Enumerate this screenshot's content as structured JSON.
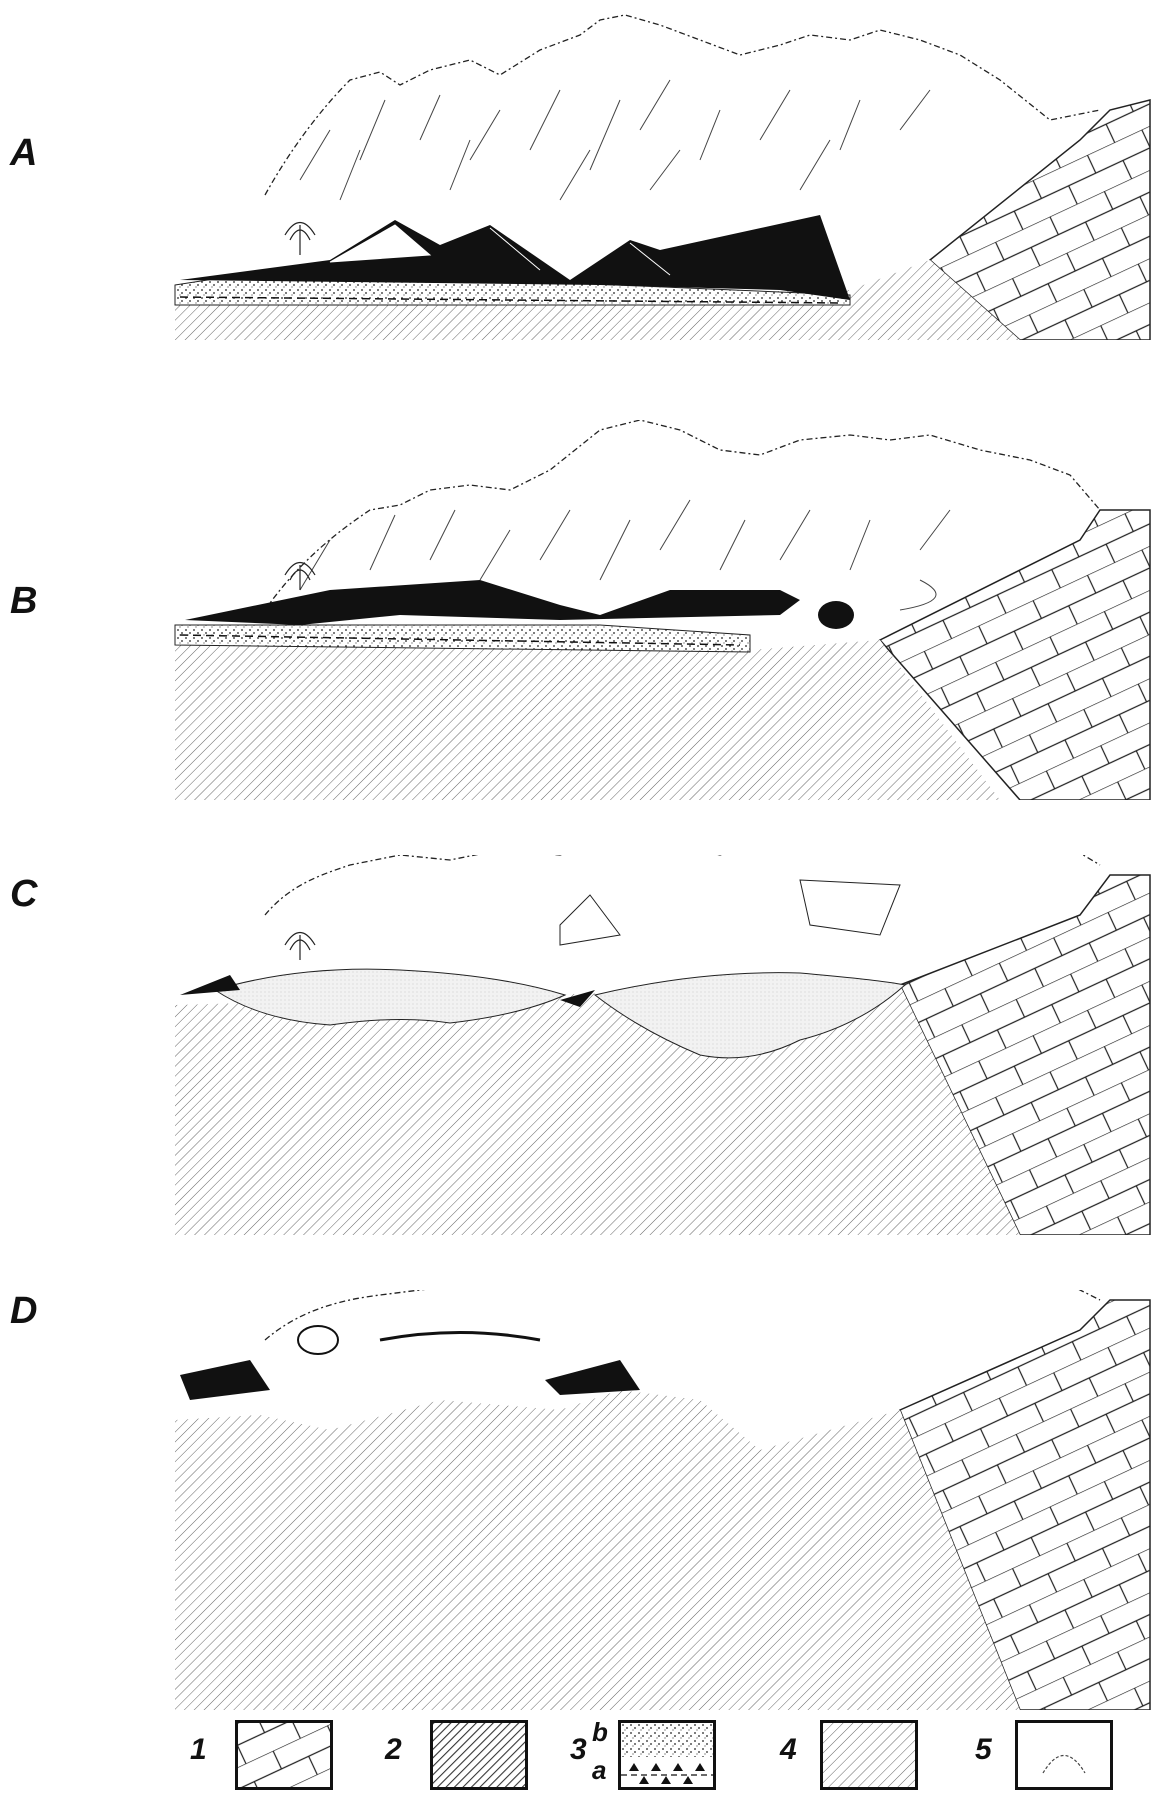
{
  "panels": [
    {
      "letter": "A"
    },
    {
      "letter": "B"
    },
    {
      "letter": "C"
    },
    {
      "letter": "D"
    }
  ],
  "legend": {
    "items": [
      {
        "number": "1",
        "pattern": "blocky-bedrock"
      },
      {
        "number": "2",
        "pattern": "dense-hatch"
      },
      {
        "number": "3",
        "pattern": "stippled-over-triangles",
        "sublabels": [
          "b",
          "a"
        ]
      },
      {
        "number": "4",
        "pattern": "light-hatch"
      },
      {
        "number": "5",
        "pattern": "arc-outline"
      }
    ]
  },
  "colors": {
    "ink": "#111111",
    "paper": "#ffffff",
    "fill_grey": "#e8e8e8"
  }
}
